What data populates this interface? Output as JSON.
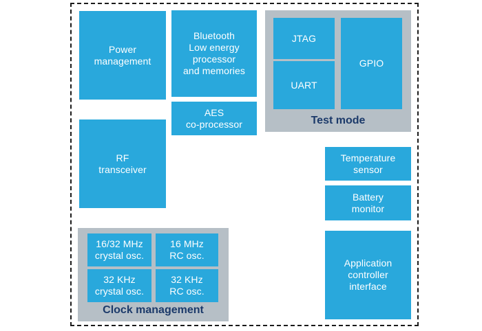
{
  "diagram": {
    "power_management": {
      "label": "Power\nmanagement"
    },
    "bluetooth_processor": {
      "label": "Bluetooth\nLow energy\nprocessor\nand memories"
    },
    "aes_coprocessor": {
      "label": "AES\nco-processor"
    },
    "rf_transceiver": {
      "label": "RF\ntransceiver"
    },
    "test_mode": {
      "label": "Test mode",
      "jtag": {
        "label": "JTAG"
      },
      "uart": {
        "label": "UART"
      },
      "gpio": {
        "label": "GPIO"
      }
    },
    "temperature_sensor": {
      "label": "Temperature\nsensor"
    },
    "battery_monitor": {
      "label": "Battery\nmonitor"
    },
    "application_controller_interface": {
      "label": "Application\ncontroller\ninterface"
    },
    "clock_management": {
      "label": "Clock management",
      "osc_16_32_mhz_crystal": {
        "label": "16/32 MHz\ncrystal osc."
      },
      "osc_16_mhz_rc": {
        "label": "16 MHz\nRC osc."
      },
      "osc_32_khz_crystal": {
        "label": "32 KHz\ncrystal osc."
      },
      "osc_32_khz_rc": {
        "label": "32 KHz\nRC osc."
      }
    }
  },
  "colors": {
    "block_blue": "#29a8dc",
    "group_gray": "#b6bfc6",
    "label_navy": "#1c3a6a",
    "text_white": "#ffffff",
    "dashed_border": "#1a1a1a"
  }
}
